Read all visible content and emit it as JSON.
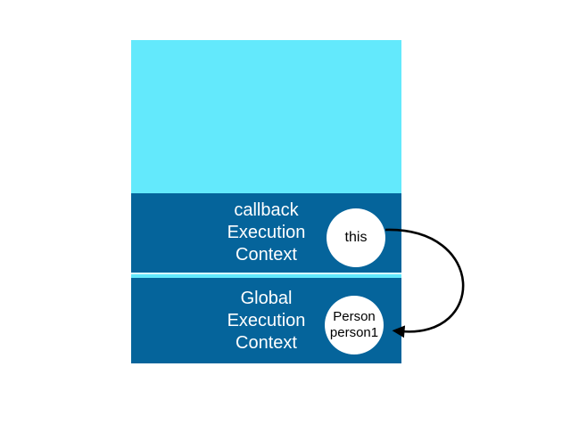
{
  "diagram": {
    "title": "execution-context-stack-diagram",
    "colors": {
      "stack_fill": "#63E9FC",
      "section_fill": "#05649B",
      "gap_line": "#D9FAFE",
      "circle_fill": "#FFFFFF",
      "arrow_color": "#000000",
      "text_light": "#FFFFFF",
      "text_dark": "#000000"
    },
    "stack_top": {
      "label": ""
    },
    "sections": {
      "callback": {
        "lines": [
          "callback",
          "Execution",
          "Context"
        ],
        "circle": {
          "label": "this"
        }
      },
      "global": {
        "lines": [
          "Global",
          "Execution",
          "Context"
        ],
        "circle": {
          "lines": [
            "Person",
            "person1"
          ]
        }
      }
    },
    "arrow": {
      "from": "this",
      "to": "person1"
    }
  }
}
